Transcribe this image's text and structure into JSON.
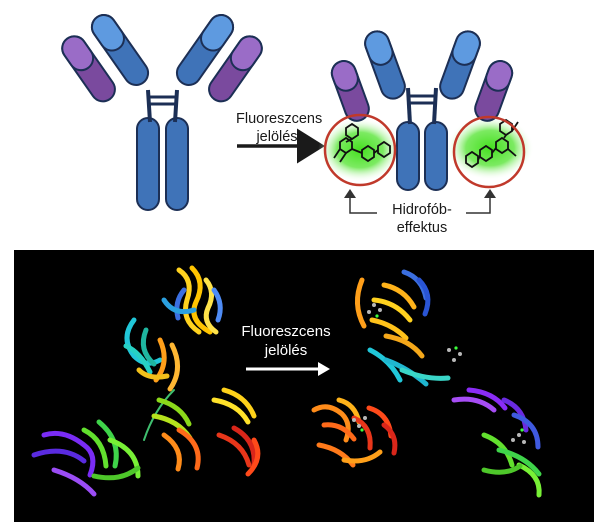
{
  "top": {
    "arrow_label_line1": "Fluoreszcens",
    "arrow_label_line2": "jelölés",
    "effect_label_line1": "Hidrofób-",
    "effect_label_line2": "effektus"
  },
  "bottom": {
    "arrow_label_line1": "Fluoreszcens",
    "arrow_label_line2": "jelölés"
  },
  "colors": {
    "heavy_chain_fill": "#3f73b8",
    "light_variable": "#5e9ae0",
    "light_constant_purple": "#7a4a9e",
    "light_purple_top": "#9a6cc7",
    "circle_red": "#c0392b",
    "glow_green": "#44e01e",
    "outline": "#1c2f55",
    "bottom_background": "#000000"
  },
  "icons": [
    "antibody-icon",
    "labeled-antibody-icon",
    "fluorophore-molecule-icon",
    "protein-ribbon-structure"
  ]
}
